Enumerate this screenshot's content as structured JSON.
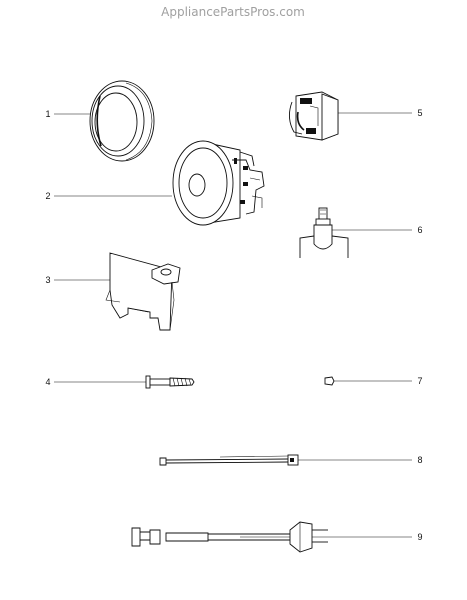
{
  "watermark": "AppliancePartsPros.com",
  "callouts": {
    "c1": "1",
    "c2": "2",
    "c3": "3",
    "c4": "4",
    "c5": "5",
    "c6": "6",
    "c7": "7",
    "c8": "8",
    "c9": "9"
  },
  "colors": {
    "line": "#111111",
    "watermark": "#a0a0a0",
    "background": "#ffffff"
  }
}
